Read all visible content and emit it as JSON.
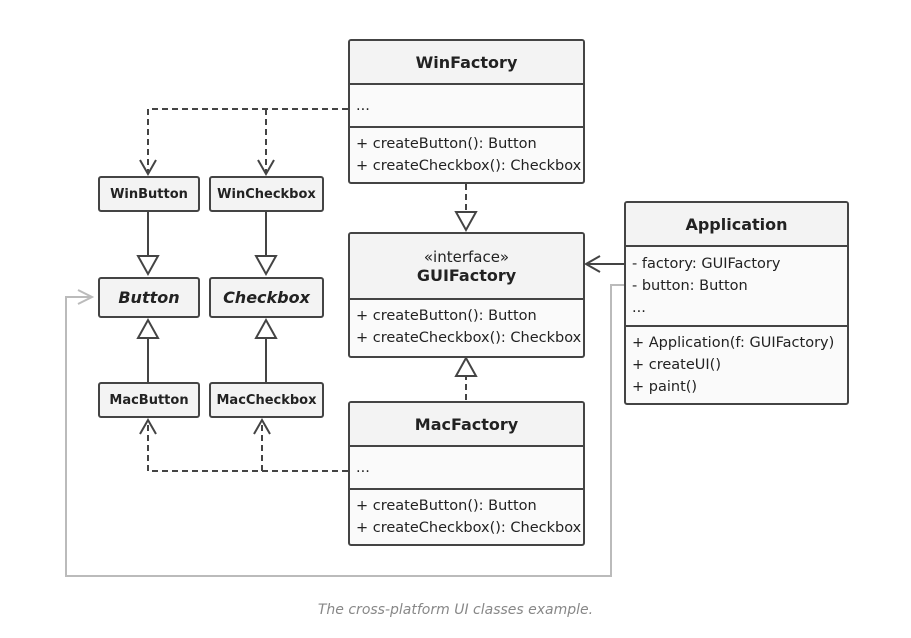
{
  "classes": {
    "win_factory": {
      "name": "WinFactory",
      "fields": [
        "..."
      ],
      "methods": [
        "+ createButton(): Button",
        "+ createCheckbox(): Checkbox"
      ]
    },
    "gui_factory": {
      "stereotype": "«interface»",
      "name": "GUIFactory",
      "methods": [
        "+ createButton(): Button",
        "+ createCheckbox(): Checkbox"
      ]
    },
    "mac_factory": {
      "name": "MacFactory",
      "fields": [
        "..."
      ],
      "methods": [
        "+ createButton(): Button",
        "+ createCheckbox(): Checkbox"
      ]
    },
    "application": {
      "name": "Application",
      "fields": [
        "- factory: GUIFactory",
        "- button: Button",
        "..."
      ],
      "methods": [
        "+ Application(f: GUIFactory)",
        "+ createUI()",
        "+ paint()"
      ]
    },
    "win_button": {
      "name": "WinButton"
    },
    "win_checkbox": {
      "name": "WinCheckbox"
    },
    "button": {
      "name": "Button"
    },
    "checkbox": {
      "name": "Checkbox"
    },
    "mac_button": {
      "name": "MacButton"
    },
    "mac_checkbox": {
      "name": "MacCheckbox"
    }
  },
  "caption": "The cross-platform UI classes example.",
  "colors": {
    "border": "#444444",
    "header_fill": "#f3f3f3",
    "body_fill": "#fafafa",
    "association": "#bbbbbb",
    "caption": "#888888"
  }
}
